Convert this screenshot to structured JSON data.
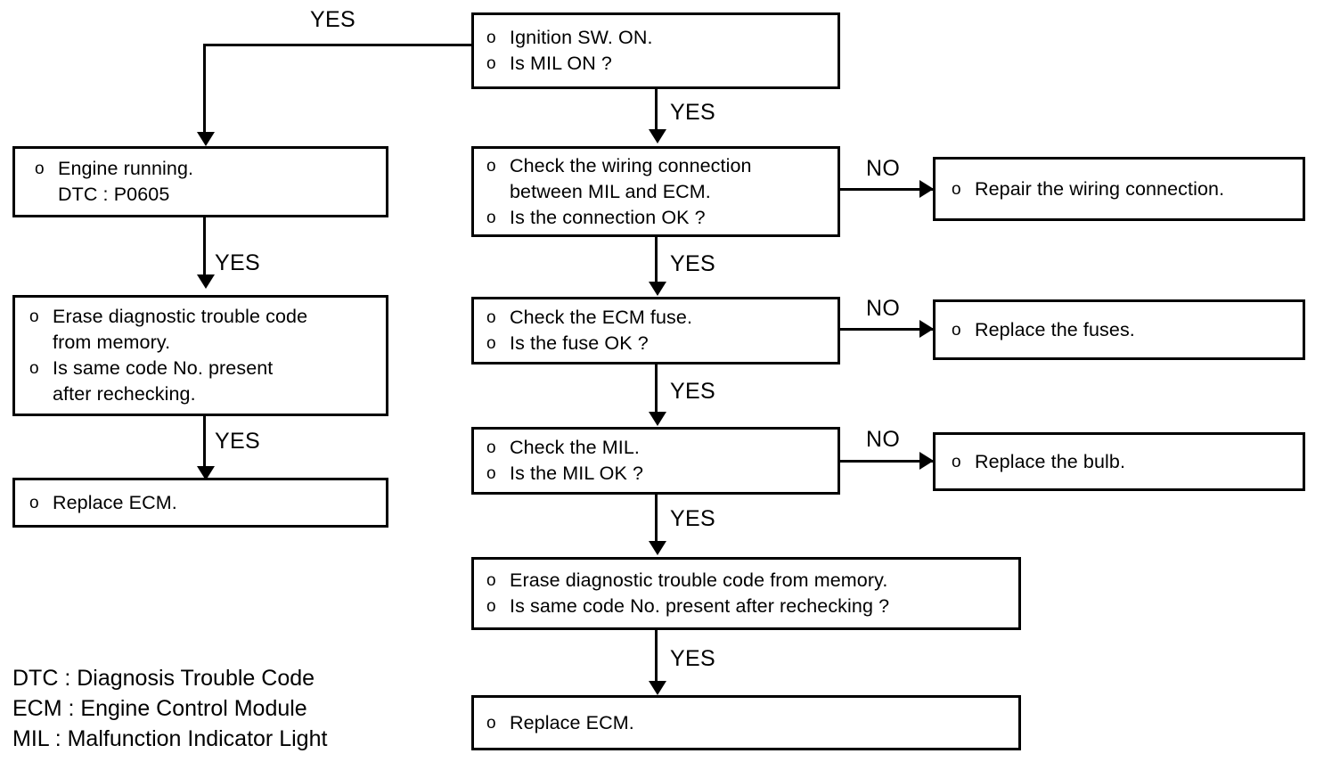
{
  "diagram": {
    "title": "MIL / DTC P0605 diagnostic flowchart",
    "bullet_glyph": "o",
    "nodes": [
      {
        "id": "ignition",
        "lines": [
          {
            "bullet": true,
            "text": "Ignition SW. ON."
          },
          {
            "bullet": true,
            "text": "Is MIL ON ?"
          }
        ]
      },
      {
        "id": "engine-running",
        "lines": [
          {
            "bullet": true,
            "text": "Engine running."
          },
          {
            "bullet": false,
            "text": "DTC : P0605"
          }
        ]
      },
      {
        "id": "erase-dtc-left",
        "lines": [
          {
            "bullet": true,
            "text": "Erase diagnostic trouble code"
          },
          {
            "bullet": false,
            "text": "from memory."
          },
          {
            "bullet": true,
            "text": "Is same code No. present"
          },
          {
            "bullet": false,
            "text": "after rechecking."
          }
        ]
      },
      {
        "id": "replace-ecm-left",
        "lines": [
          {
            "bullet": true,
            "text": "Replace ECM."
          }
        ]
      },
      {
        "id": "check-wiring",
        "lines": [
          {
            "bullet": true,
            "text": "Check the wiring connection"
          },
          {
            "bullet": false,
            "text": "between MIL and ECM."
          },
          {
            "bullet": true,
            "text": "Is the connection OK ?"
          }
        ]
      },
      {
        "id": "repair-wiring",
        "lines": [
          {
            "bullet": true,
            "text": "Repair the wiring connection."
          }
        ]
      },
      {
        "id": "check-fuse",
        "lines": [
          {
            "bullet": true,
            "text": "Check the ECM fuse."
          },
          {
            "bullet": true,
            "text": "Is the fuse OK ?"
          }
        ]
      },
      {
        "id": "replace-fuses",
        "lines": [
          {
            "bullet": true,
            "text": "Replace the fuses."
          }
        ]
      },
      {
        "id": "check-mil",
        "lines": [
          {
            "bullet": true,
            "text": "Check the MIL."
          },
          {
            "bullet": true,
            "text": "Is the MIL OK ?"
          }
        ]
      },
      {
        "id": "replace-bulb",
        "lines": [
          {
            "bullet": true,
            "text": "Replace the bulb."
          }
        ]
      },
      {
        "id": "erase-dtc-center",
        "lines": [
          {
            "bullet": true,
            "text": "Erase diagnostic trouble code from memory."
          },
          {
            "bullet": true,
            "text": "Is same code No. present after rechecking ?"
          }
        ]
      },
      {
        "id": "replace-ecm-bottom",
        "lines": [
          {
            "bullet": true,
            "text": "Replace ECM."
          }
        ]
      }
    ],
    "edge_labels": {
      "yes_top_left": "YES",
      "yes_ignition_down": "YES",
      "yes_engine_down": "YES",
      "yes_erase_left_down": "YES",
      "no_wiring": "NO",
      "yes_wiring_down": "YES",
      "no_fuse": "NO",
      "yes_fuse_down": "YES",
      "no_mil": "NO",
      "yes_mil_down": "YES",
      "yes_erase_center_down": "YES"
    },
    "legend": [
      "DTC : Diagnosis Trouble Code",
      "ECM : Engine Control Module",
      "MIL : Malfunction Indicator Light"
    ],
    "colors": {
      "ink": "#000000",
      "paper": "#ffffff"
    }
  }
}
